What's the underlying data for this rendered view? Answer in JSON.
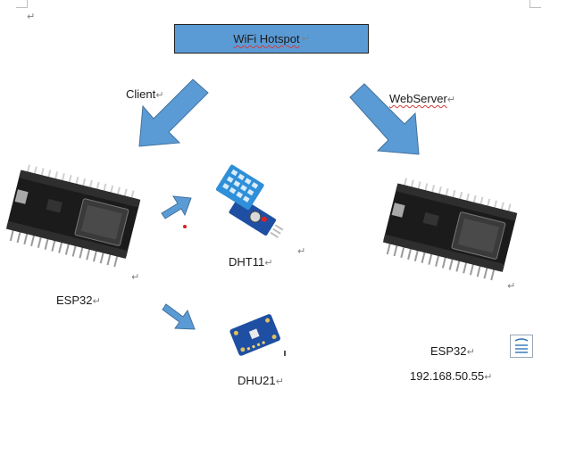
{
  "hotspot": {
    "label": "WiFi Hotspot"
  },
  "links": {
    "client_label": "Client",
    "webserver_label": "WebServer"
  },
  "client_board": {
    "label": "ESP32"
  },
  "server_board": {
    "label": "ESP32",
    "ip": "192.168.50.55"
  },
  "sensors": [
    {
      "label": "DHT11"
    },
    {
      "label": "DHU21"
    }
  ],
  "marks": {
    "paragraph": "↵"
  },
  "colors": {
    "arrow_fill": "#5b9bd5",
    "arrow_stroke": "#41719c",
    "board_pcb": "#1b1b1b",
    "dht_body": "#2f8fd8",
    "module_pcb": "#1e4fa3"
  }
}
